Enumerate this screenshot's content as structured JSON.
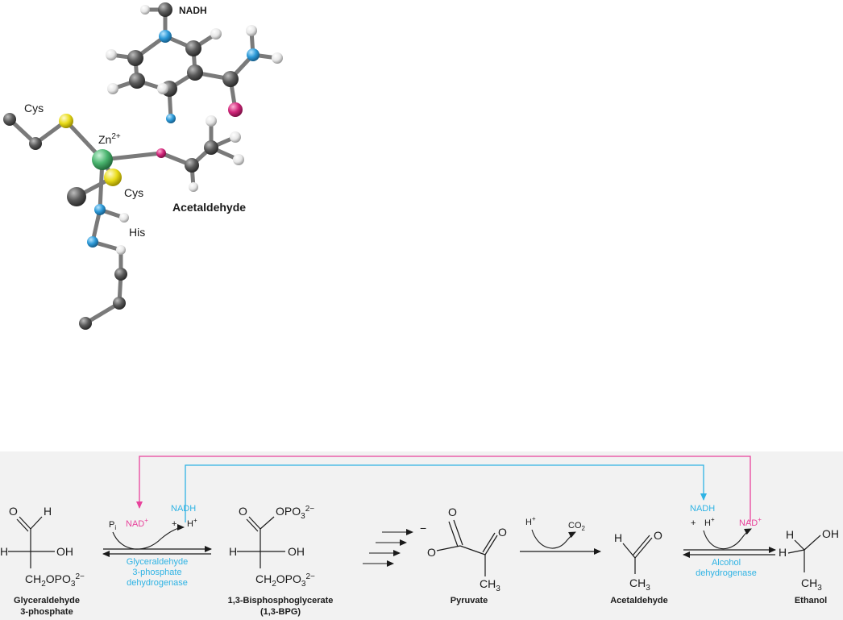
{
  "colors": {
    "carbon": "#555555",
    "hydrogen": "#e6e6e6",
    "nitrogen": "#2d9ad8",
    "oxygen": "#d1267a",
    "sulfur": "#e9dc1a",
    "zinc": "#49b46e",
    "pink": "#e8429b",
    "cyan": "#2fb3e4",
    "band": "#f2f2f2"
  },
  "molecule": {
    "labels": {
      "nadh": "NADH",
      "cys_top": "Cys",
      "zn": "Zn",
      "zn_charge": "2+",
      "cys_mid": "Cys",
      "acetaldehyde": "Acetaldehyde",
      "his": "His"
    }
  },
  "pathway": {
    "g3p": {
      "o": "O",
      "h_top": "H",
      "h_left": "H",
      "oh": "OH",
      "ch2": "CH",
      "sub2": "2",
      "opo": "OPO",
      "sub3": "3",
      "charge": "2−",
      "name1": "Glyceraldehyde",
      "name2": "3-phosphate"
    },
    "step1": {
      "pi": "P",
      "pi_sub": "i",
      "nad": "NAD",
      "nad_sup": "+",
      "nadh": "NADH",
      "plus": "+",
      "h": "H",
      "h_sup": "+",
      "enzyme1": "Glyceraldehyde",
      "enzyme2": "3-phosphate",
      "enzyme3": "dehydrogenase"
    },
    "bpg": {
      "o": "O",
      "opo": "OPO",
      "sub3": "3",
      "charge": "2−",
      "h": "H",
      "oh": "OH",
      "ch2": "CH",
      "sub2": "2",
      "name1": "1,3-Bisphosphoglycerate",
      "name2": "(1,3-BPG)"
    },
    "pyruvate": {
      "minus": "−",
      "o1": "O",
      "o2": "O",
      "o3": "O",
      "ch3": "CH",
      "sub3": "3",
      "name": "Pyruvate"
    },
    "decarboxylation": {
      "h": "H",
      "h_sup": "+",
      "co2": "CO",
      "co2_sub": "2"
    },
    "acetaldehyde": {
      "h": "H",
      "o": "O",
      "ch3": "CH",
      "sub3": "3",
      "name": "Acetaldehyde"
    },
    "step2": {
      "nadh": "NADH",
      "plus": "+",
      "h": "H",
      "h_sup": "+",
      "nad": "NAD",
      "nad_sup": "+",
      "enzyme1": "Alcohol",
      "enzyme2": "dehydrogenase"
    },
    "ethanol": {
      "h1": "H",
      "h2": "H",
      "oh": "OH",
      "ch3": "CH",
      "sub3": "3",
      "name": "Ethanol"
    }
  }
}
